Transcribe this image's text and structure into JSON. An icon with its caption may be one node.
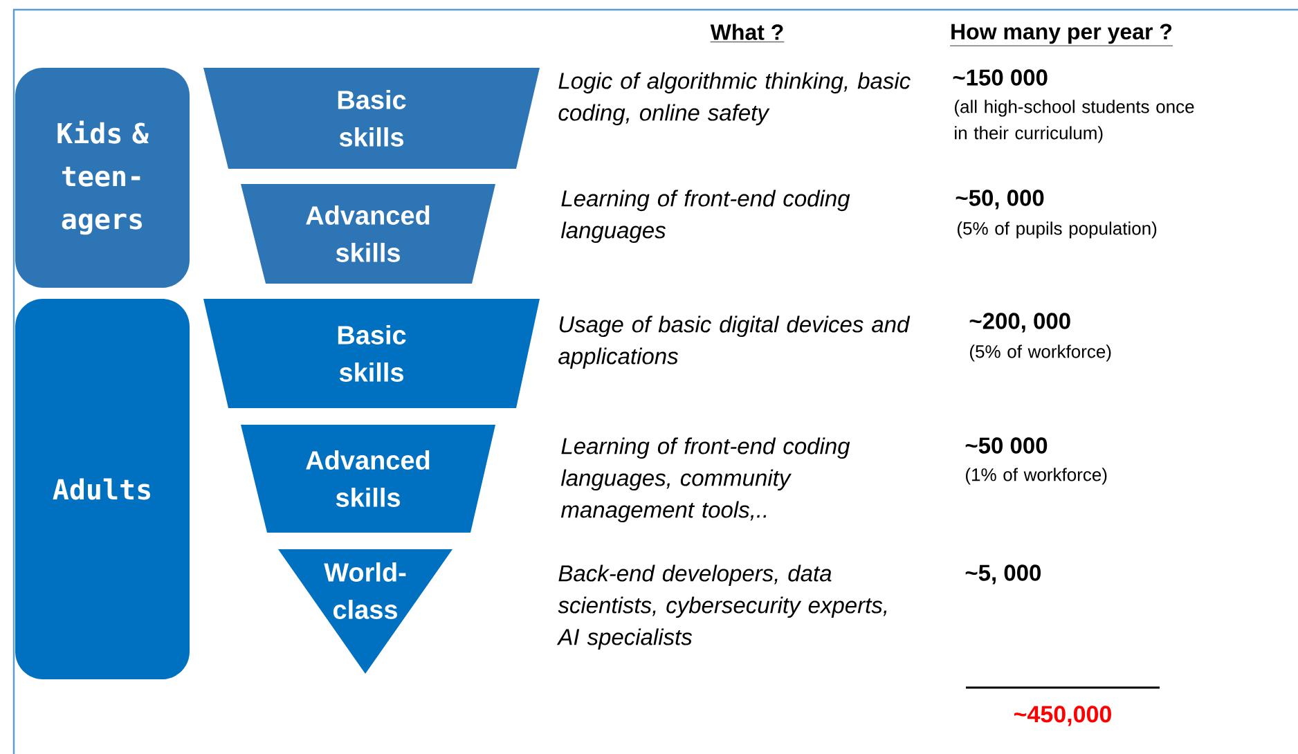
{
  "diagram": {
    "nodes": [
      {
        "text": [
          "Kids & teen- agers"
        ]
      },
      {
        "text": [
          "Adults"
        ]
      },
      {
        "text": [
          "Basic skills"
        ]
      },
      {
        "text": [
          "Advanced skills"
        ]
      },
      {
        "text": [
          "Basic skills"
        ]
      },
      {
        "text": [
          "Advanced skills"
        ]
      },
      {
        "text": [
          "World- class"
        ]
      }
    ],
    "labels": [
      "What ?",
      "How many per year ?",
      "Logic of algorithmic thinking, basic coding, online safety",
      "~150 000",
      "(all high-school students once in their curriculum)",
      "Learning of front-end coding languages",
      "~50, 000",
      "(5% of pupils population)",
      "Usage of basic digital devices and applications",
      "~200, 000",
      "(5% of workforce)",
      "Learning of front-end coding languages, community management tools,..",
      "~50 000",
      "(1% of workforce)",
      "Back-end developers, data scientists, cybersecurity experts, AI specialists",
      "~5, 000",
      "~450,000"
    ]
  }
}
